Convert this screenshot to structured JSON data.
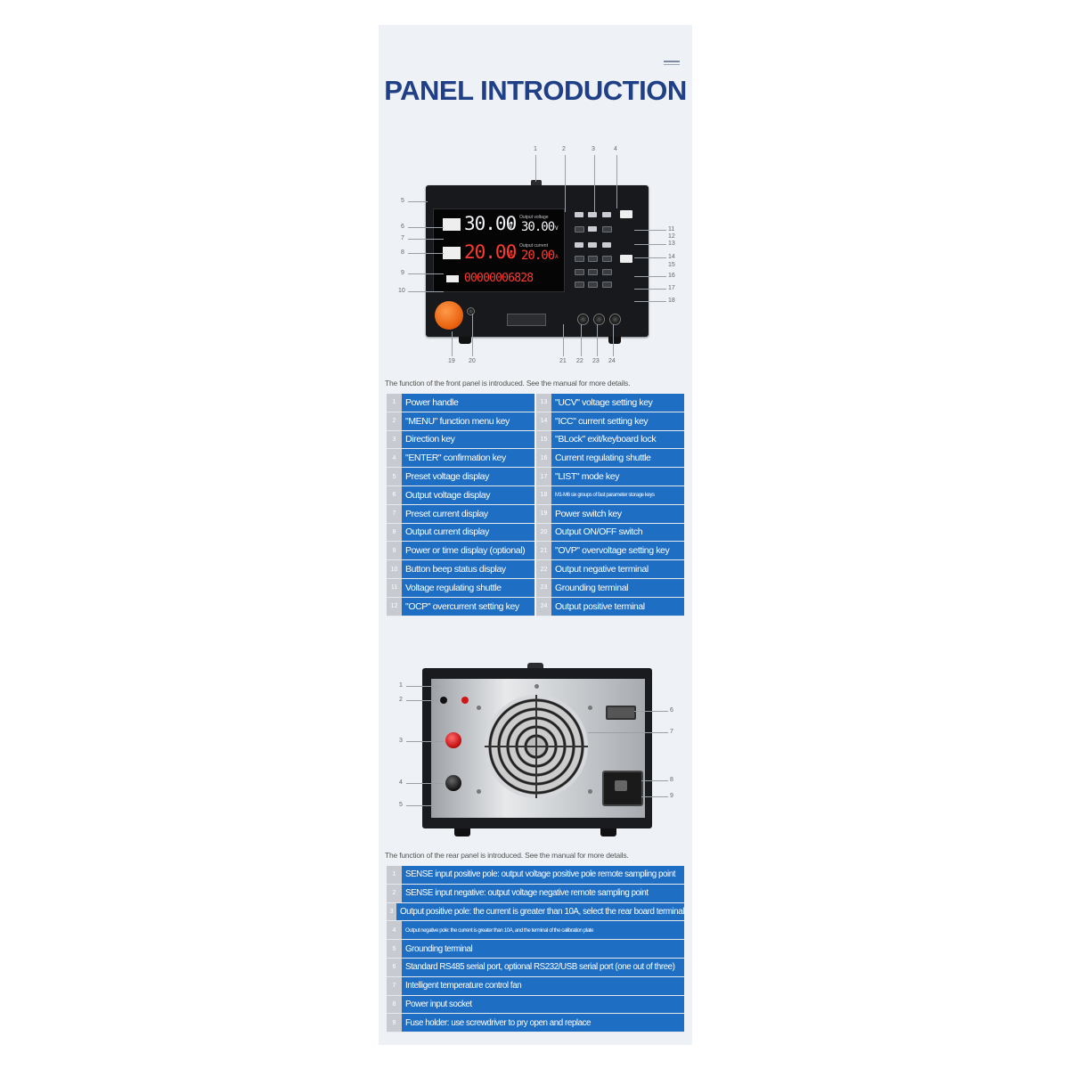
{
  "page": {
    "title": "PANEL INTRODUCTION"
  },
  "front": {
    "display": {
      "preset_voltage": "30.00",
      "output_voltage": "30.00",
      "preset_current": "20.00",
      "output_current": "20.00",
      "power_counter": "00000006828",
      "unit_v": "V",
      "unit_a": "A",
      "label_output_voltage": "Output voltage",
      "label_output_current": "Output current"
    },
    "callouts_top": [
      "1",
      "2",
      "3",
      "4"
    ],
    "callouts_left": [
      "5",
      "6",
      "7",
      "8",
      "9",
      "10"
    ],
    "callouts_right": [
      "11",
      "12",
      "13",
      "14",
      "15",
      "16",
      "17",
      "18"
    ],
    "callouts_bottom": [
      "19",
      "20",
      "21",
      "22",
      "23",
      "24"
    ],
    "caption": "The function of the front panel is introduced. See the manual for more details.",
    "left_items": [
      {
        "n": "1",
        "label": "Power handle"
      },
      {
        "n": "2",
        "label": "\"MENU\" function menu key"
      },
      {
        "n": "3",
        "label": "Direction key"
      },
      {
        "n": "4",
        "label": "\"ENTER\" confirmation key"
      },
      {
        "n": "5",
        "label": "Preset voltage display"
      },
      {
        "n": "6",
        "label": "Output voltage display"
      },
      {
        "n": "7",
        "label": "Preset current display"
      },
      {
        "n": "8",
        "label": "Output current display"
      },
      {
        "n": "9",
        "label": "Power or time display (optional)"
      },
      {
        "n": "10",
        "label": "Button beep status display"
      },
      {
        "n": "11",
        "label": "Voltage regulating shuttle"
      },
      {
        "n": "12",
        "label": "\"OCP\" overcurrent setting key"
      }
    ],
    "right_items": [
      {
        "n": "13",
        "label": "\"UCV\" voltage setting key"
      },
      {
        "n": "14",
        "label": "\"ICC\" current setting key"
      },
      {
        "n": "15",
        "label": "\"BLock\" exit/keyboard lock"
      },
      {
        "n": "16",
        "label": "Current regulating shuttle"
      },
      {
        "n": "17",
        "label": "\"LIST\" mode key"
      },
      {
        "n": "18",
        "label": "M1-M6 six groups of fast parameter storage keys",
        "tiny": true
      },
      {
        "n": "19",
        "label": "Power switch key"
      },
      {
        "n": "20",
        "label": "Output ON/OFF switch"
      },
      {
        "n": "21",
        "label": "\"OVP\" overvoltage setting key"
      },
      {
        "n": "22",
        "label": "Output negative terminal"
      },
      {
        "n": "23",
        "label": "Grounding terminal"
      },
      {
        "n": "24",
        "label": "Output positive terminal"
      }
    ]
  },
  "rear": {
    "callouts_left": [
      "1",
      "2",
      "3",
      "4",
      "5"
    ],
    "callouts_right": [
      "6",
      "7",
      "8",
      "9"
    ],
    "caption": "The function of the rear panel is introduced. See the manual for more details.",
    "items": [
      {
        "n": "1",
        "label": "SENSE input positive pole: output voltage positive pole remote sampling point"
      },
      {
        "n": "2",
        "label": "SENSE input negative: output voltage negative remote sampling point"
      },
      {
        "n": "3",
        "label": "Output positive pole: the current is greater than 10A, select the rear board terminal"
      },
      {
        "n": "4",
        "label": "Output negative pole: the current is greater than 10A, and the terminal of the calibration plate",
        "tiny": true
      },
      {
        "n": "5",
        "label": "Grounding terminal"
      },
      {
        "n": "6",
        "label": "Standard RS485 serial port, optional RS232/USB serial port (one out of three)"
      },
      {
        "n": "7",
        "label": "Intelligent temperature control fan"
      },
      {
        "n": "8",
        "label": "Power input socket"
      },
      {
        "n": "9",
        "label": "Fuse holder: use screwdriver to pry open and replace"
      }
    ]
  }
}
